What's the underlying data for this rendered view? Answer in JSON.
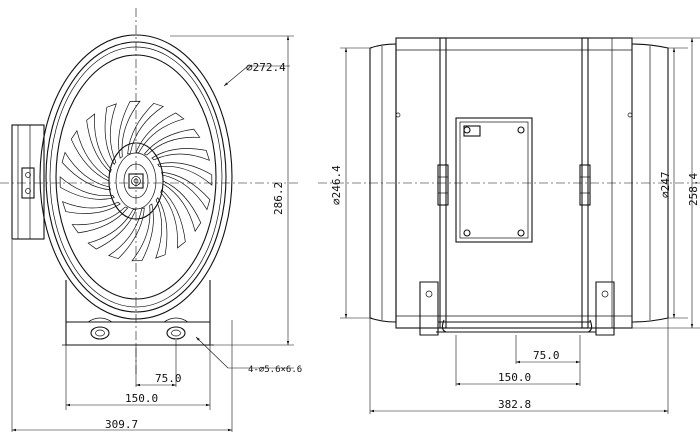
{
  "front_view": {
    "outer_diameter": "⌀272.4",
    "height": "286.2",
    "mount_hole_spacing_inner": "75.0",
    "mount_hole_spacing_outer": "150.0",
    "overall_width": "309.7",
    "mount_holes": "4-⌀5.6×6.6"
  },
  "side_view": {
    "inlet_diameter": "⌀246.4",
    "outlet_diameter": "⌀247",
    "body_diameter": "258.4",
    "bracket_spacing_inner": "75.0",
    "bracket_spacing_outer": "150.0",
    "overall_length": "382.8"
  }
}
